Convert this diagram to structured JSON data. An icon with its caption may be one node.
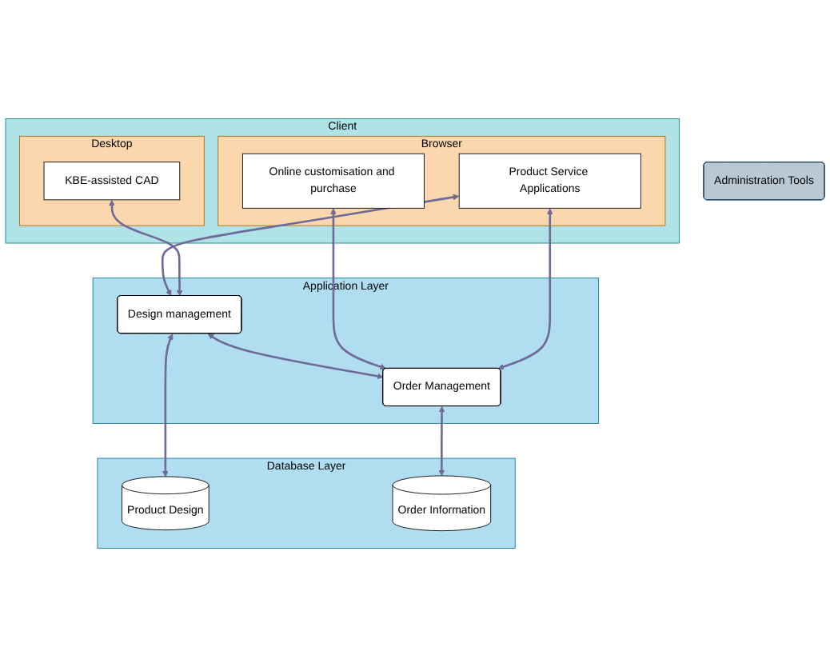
{
  "diagram": {
    "nodes": [
      {
        "text": [
          "Client"
        ]
      },
      {
        "text": [
          "Desktop"
        ],
        "in": 0
      },
      {
        "text": [
          "KBE-assisted CAD"
        ],
        "in": 1
      },
      {
        "text": [
          "Browser"
        ],
        "in": 0
      },
      {
        "text": [
          "Product Service Applications"
        ],
        "in": 3
      },
      {
        "text": [
          "Online customisation and purchase"
        ],
        "in": 3
      },
      {
        "text": [
          "Application Layer"
        ]
      },
      {
        "text": [
          "Design management"
        ],
        "in": 6
      },
      {
        "text": [
          "Order Management"
        ],
        "in": 6
      },
      {
        "text": [
          "Database Layer"
        ]
      },
      {
        "text": [
          "Product Design"
        ],
        "in": 9
      },
      {
        "text": [
          "Order Information"
        ],
        "in": 9
      },
      {
        "text": [
          "Administration Tools"
        ]
      }
    ],
    "edges": [
      {
        "from": 2,
        "to": 7,
        "arrow": "both"
      },
      {
        "from": 4,
        "to": 7,
        "arrow": "both"
      },
      {
        "from": 4,
        "to": 8,
        "arrow": "both"
      },
      {
        "from": 5,
        "to": 8,
        "arrow": "both"
      },
      {
        "from": 7,
        "to": 8,
        "arrow": "both"
      },
      {
        "from": 7,
        "to": 10,
        "arrow": "both"
      },
      {
        "from": 8,
        "to": 11,
        "arrow": "both"
      }
    ]
  }
}
